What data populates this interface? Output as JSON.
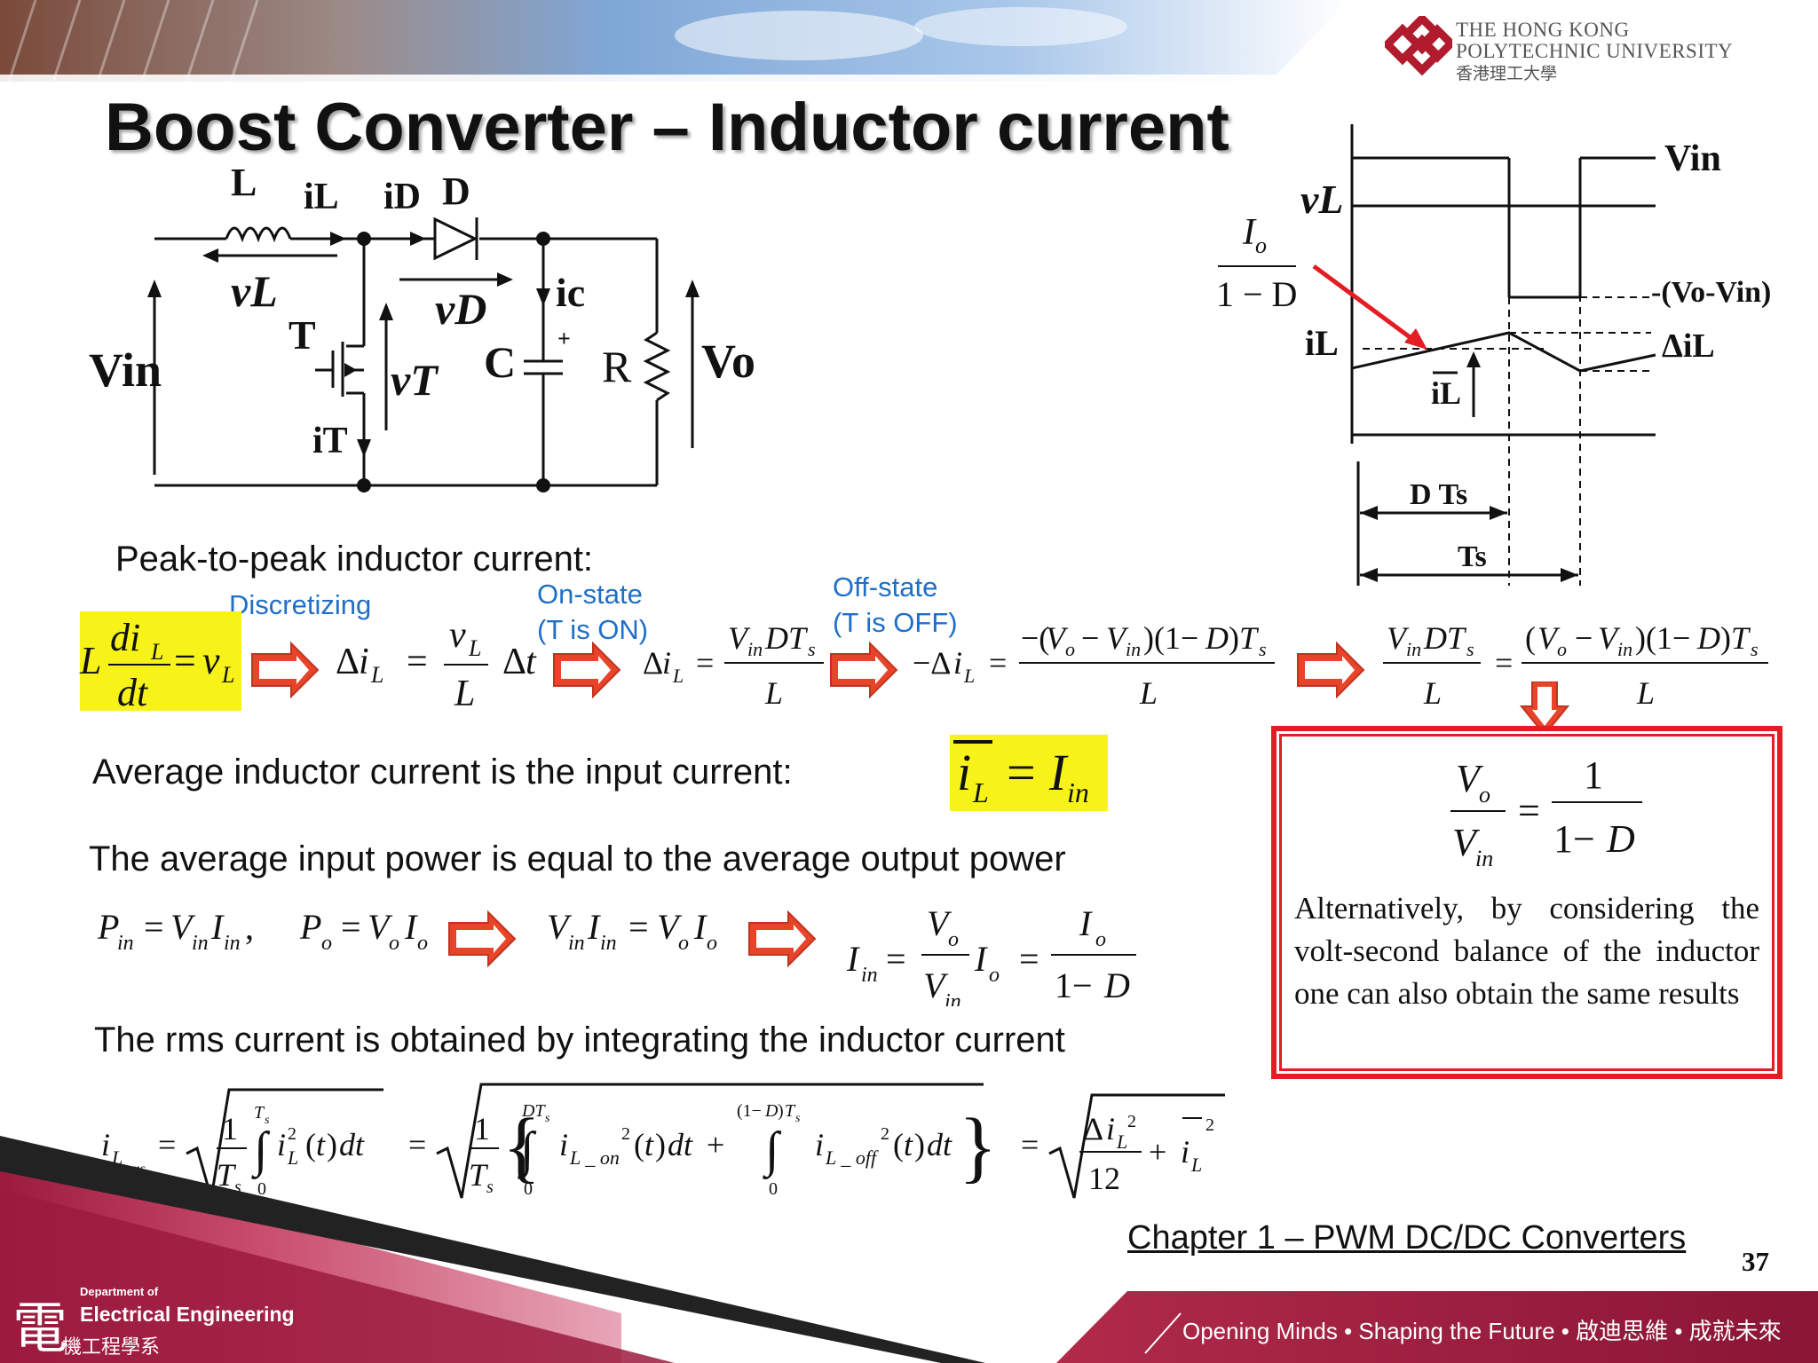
{
  "slide": {
    "title": "Boost Converter – Inductor current",
    "page_number": "37",
    "chapter": "Chapter 1 – PWM DC/DC Converters"
  },
  "header": {
    "university_en": "THE HONG KONG\nPOLYTECHNIC UNIVERSITY",
    "university_cn": "香港理工大學"
  },
  "circuit": {
    "labels": {
      "L": "L",
      "iL": "iL",
      "iD": "iD",
      "D": "D",
      "vL": "vL",
      "vD": "vD",
      "ic": "ic",
      "T": "T",
      "vT": "vT",
      "iT": "iT",
      "C": "C",
      "R": "R",
      "Vin": "Vin",
      "Vo": "Vo",
      "plus": "+"
    }
  },
  "waveform": {
    "labels": {
      "Vin": "Vin",
      "vL": "vL",
      "neg_VoVin": "-(Vo-Vin)",
      "iL": "iL",
      "iL_avg": "iL",
      "delta_iL": "ΔiL",
      "DTs": "D Ts",
      "Ts": "Ts",
      "Io_num": "I",
      "Io_sub": "o",
      "Io_den": "1 − D"
    }
  },
  "texts": {
    "peak_to_peak": "Peak-to-peak inductor current:",
    "discretizing": "Discretizing",
    "on_state": "On-state\n(T is ON)",
    "off_state": "Off-state\n(T is OFF)",
    "average_current": "Average inductor current is the input current:",
    "avg_power": "The average input power is equal to the average output power",
    "rms_current": "The rms current is obtained by integrating the inductor current",
    "alternatively": "Alternatively, by considering the volt-second balance of the inductor one can also obtain the same results"
  },
  "footer": {
    "dept_small": "Department of",
    "dept_name": "Electrical Engineering",
    "dept_cn": "機工程學系",
    "dept_char": "電",
    "motto": "Opening Minds • Shaping the Future • 啟迪思維 • 成就未來"
  },
  "colors": {
    "highlight": "#f7f319",
    "arrow_red": "#e8442a",
    "box_red": "#e41d24",
    "blue_text": "#1f6fc7",
    "footer_maroon": "#9b1b3e"
  }
}
